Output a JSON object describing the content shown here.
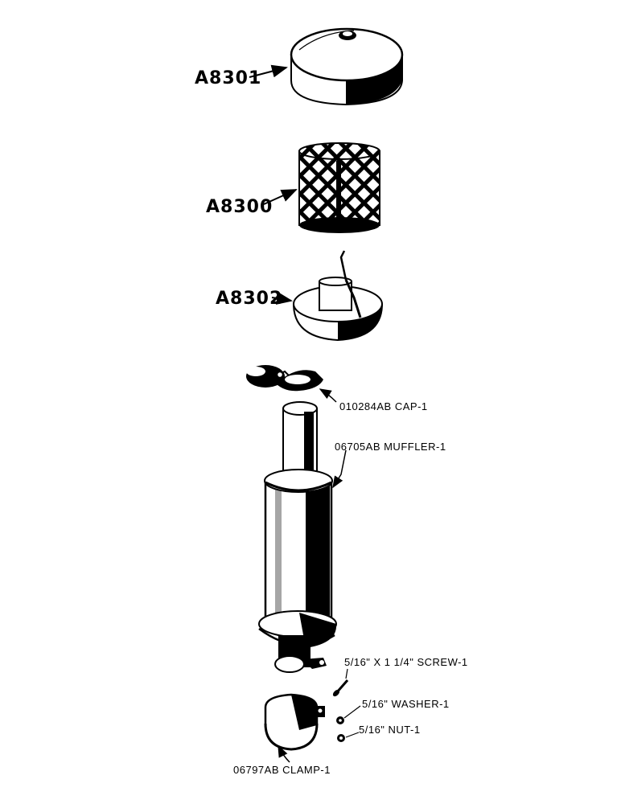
{
  "parts": {
    "cap_top": {
      "label": "A8301"
    },
    "screen": {
      "label": "A8300"
    },
    "base_ring": {
      "label": "A8302"
    },
    "rain_cap": {
      "label": "010284AB CAP-1"
    },
    "muffler": {
      "label": "06705AB MUFFLER-1"
    },
    "screw": {
      "label": "5/16\" X 1 1/4\" SCREW-1"
    },
    "washer": {
      "label": "5/16\" WASHER-1"
    },
    "nut": {
      "label": "5/16\" NUT-1"
    },
    "clamp": {
      "label": "06797AB CLAMP-1"
    }
  }
}
